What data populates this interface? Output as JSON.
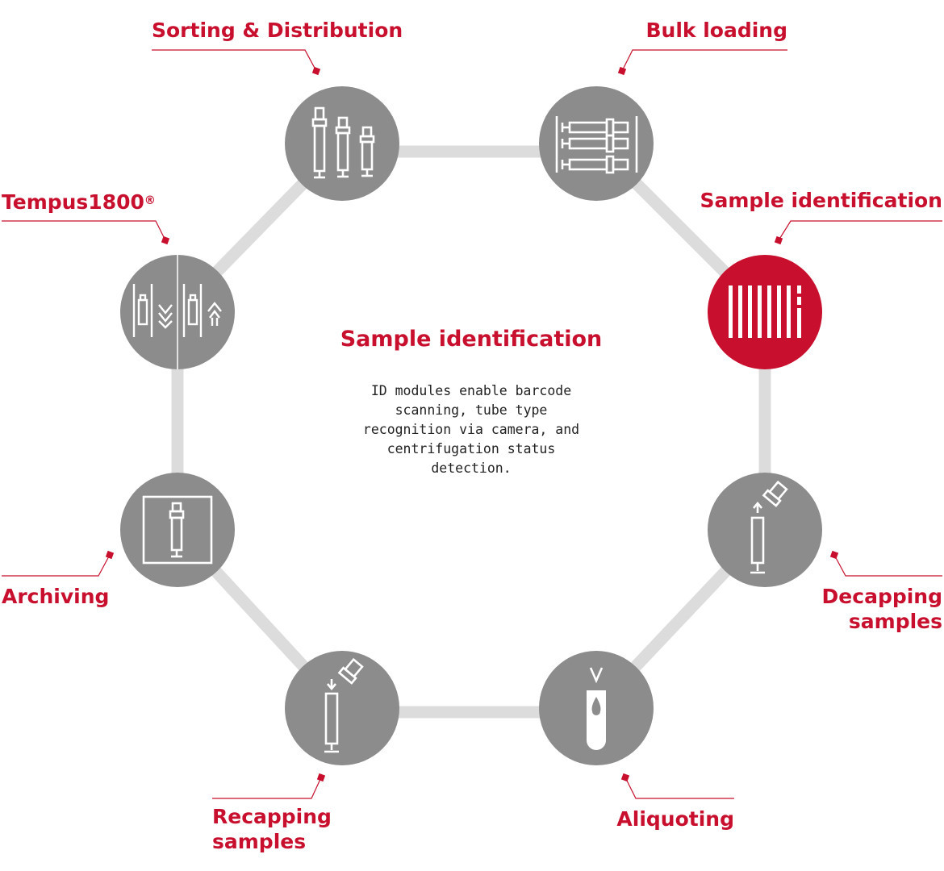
{
  "center": {
    "title": "Sample identification",
    "description": "ID modules enable barcode scanning, tube type recognition via camera, and centrifugation status detection."
  },
  "colors": {
    "accent": "#c8102e",
    "station": "#8c8c8c",
    "connector": "#dcdcdc"
  },
  "stations": [
    {
      "id": "sorting",
      "label": "Sorting & Distribution",
      "icon": "tubes-icon",
      "active": false
    },
    {
      "id": "bulk",
      "label": "Bulk loading",
      "icon": "tube-rack-icon",
      "active": false
    },
    {
      "id": "identification",
      "label": "Sample identification",
      "icon": "barcode-icon",
      "active": true
    },
    {
      "id": "decapping",
      "label_lines": [
        "Decapping",
        "samples"
      ],
      "icon": "decap-icon",
      "active": false
    },
    {
      "id": "aliquoting",
      "label": "Aliquoting",
      "icon": "aliquot-tube-icon",
      "active": false
    },
    {
      "id": "recapping",
      "label_lines": [
        "Recapping",
        "samples"
      ],
      "icon": "recap-icon",
      "active": false
    },
    {
      "id": "archiving",
      "label": "Archiving",
      "icon": "archive-icon",
      "active": false
    },
    {
      "id": "tempus",
      "label": "Tempus1800",
      "label_sup": "®",
      "icon": "send-receive-icon",
      "active": false
    }
  ]
}
